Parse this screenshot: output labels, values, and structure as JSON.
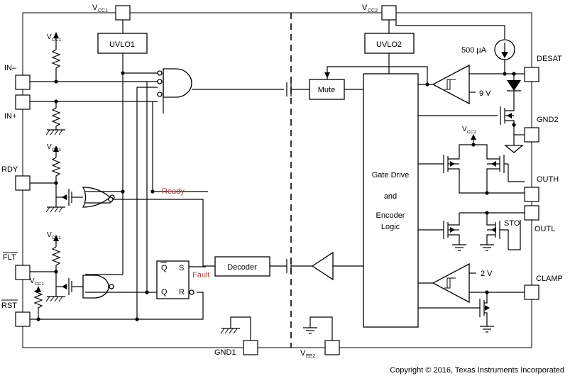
{
  "pins": {
    "vcc1": "V",
    "vcc1_sub": "CC1",
    "vcc2": "V",
    "vcc2_sub": "CC2",
    "in_minus": "IN–",
    "in_plus": "IN+",
    "rdy": "RDY",
    "flt": "FLT",
    "rst": "RST",
    "gnd1": "GND1",
    "vee2": "V",
    "vee2_sub": "EE2",
    "desat": "DESAT",
    "gnd2": "GND2",
    "outh": "OUTH",
    "outl": "OUTL",
    "clamp": "CLAMP"
  },
  "blocks": {
    "uvlo1": "UVLO1",
    "uvlo2": "UVLO2",
    "mute": "Mute",
    "decoder": "Decoder",
    "gate_drive_1": "Gate Drive",
    "gate_drive_2": "and",
    "gate_drive_3": "Encoder",
    "gate_drive_4": "Logic"
  },
  "labels": {
    "vcc1_pullup": "V",
    "vcc1_pullup_sub": "CC1",
    "vcc2_inner": "V",
    "vcc2_inner_sub": "CC2",
    "current_source": "500 µA",
    "desat_threshold": "9 V",
    "clamp_threshold": "2 V",
    "sto": "STO",
    "ready": "Ready",
    "fault": "Fault",
    "q_bar": "Q",
    "s": "S",
    "q": "Q",
    "r": "R"
  },
  "colors": {
    "signal_red": "#b0413e"
  },
  "copyright": "Copyright © 2016, Texas Instruments Incorporated"
}
